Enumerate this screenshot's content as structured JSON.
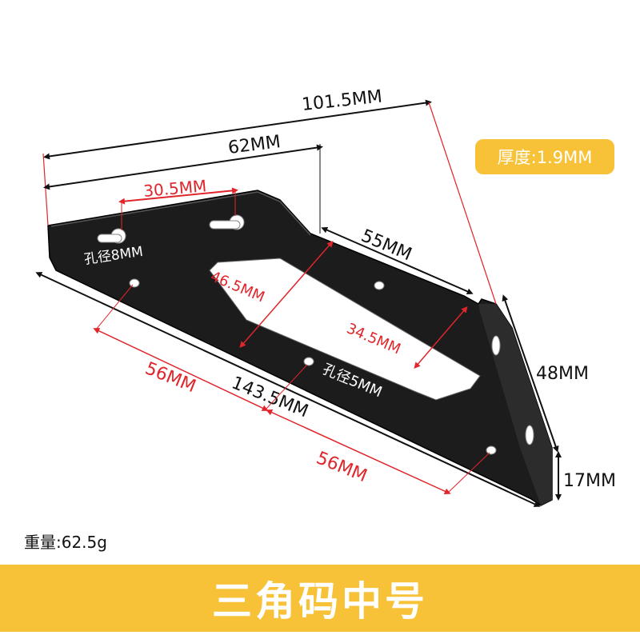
{
  "thickness_label": "厚度:1.9MM",
  "weight_label": "重量:62.5g",
  "footer_title": "三角码中号",
  "colors": {
    "accent": "#f7c238",
    "dimension_black": "#111111",
    "dimension_red": "#e0252b",
    "bracket": "#1c1c1c"
  },
  "dimensions": {
    "overall_diagonal": "101.5MM",
    "top_width": "62MM",
    "keyhole_spacing": "30.5MM",
    "keyhole_hole_dia": "孔径8MM",
    "slant_edge": "55MM",
    "inner_diag_46": "46.5MM",
    "inner_diag_34": "34.5MM",
    "hole_dia_5": "孔径5MM",
    "hole_spacing_left": "56MM",
    "base_length": "143.5MM",
    "hole_spacing_right": "56MM",
    "height_48": "48MM",
    "height_17": "17MM"
  }
}
